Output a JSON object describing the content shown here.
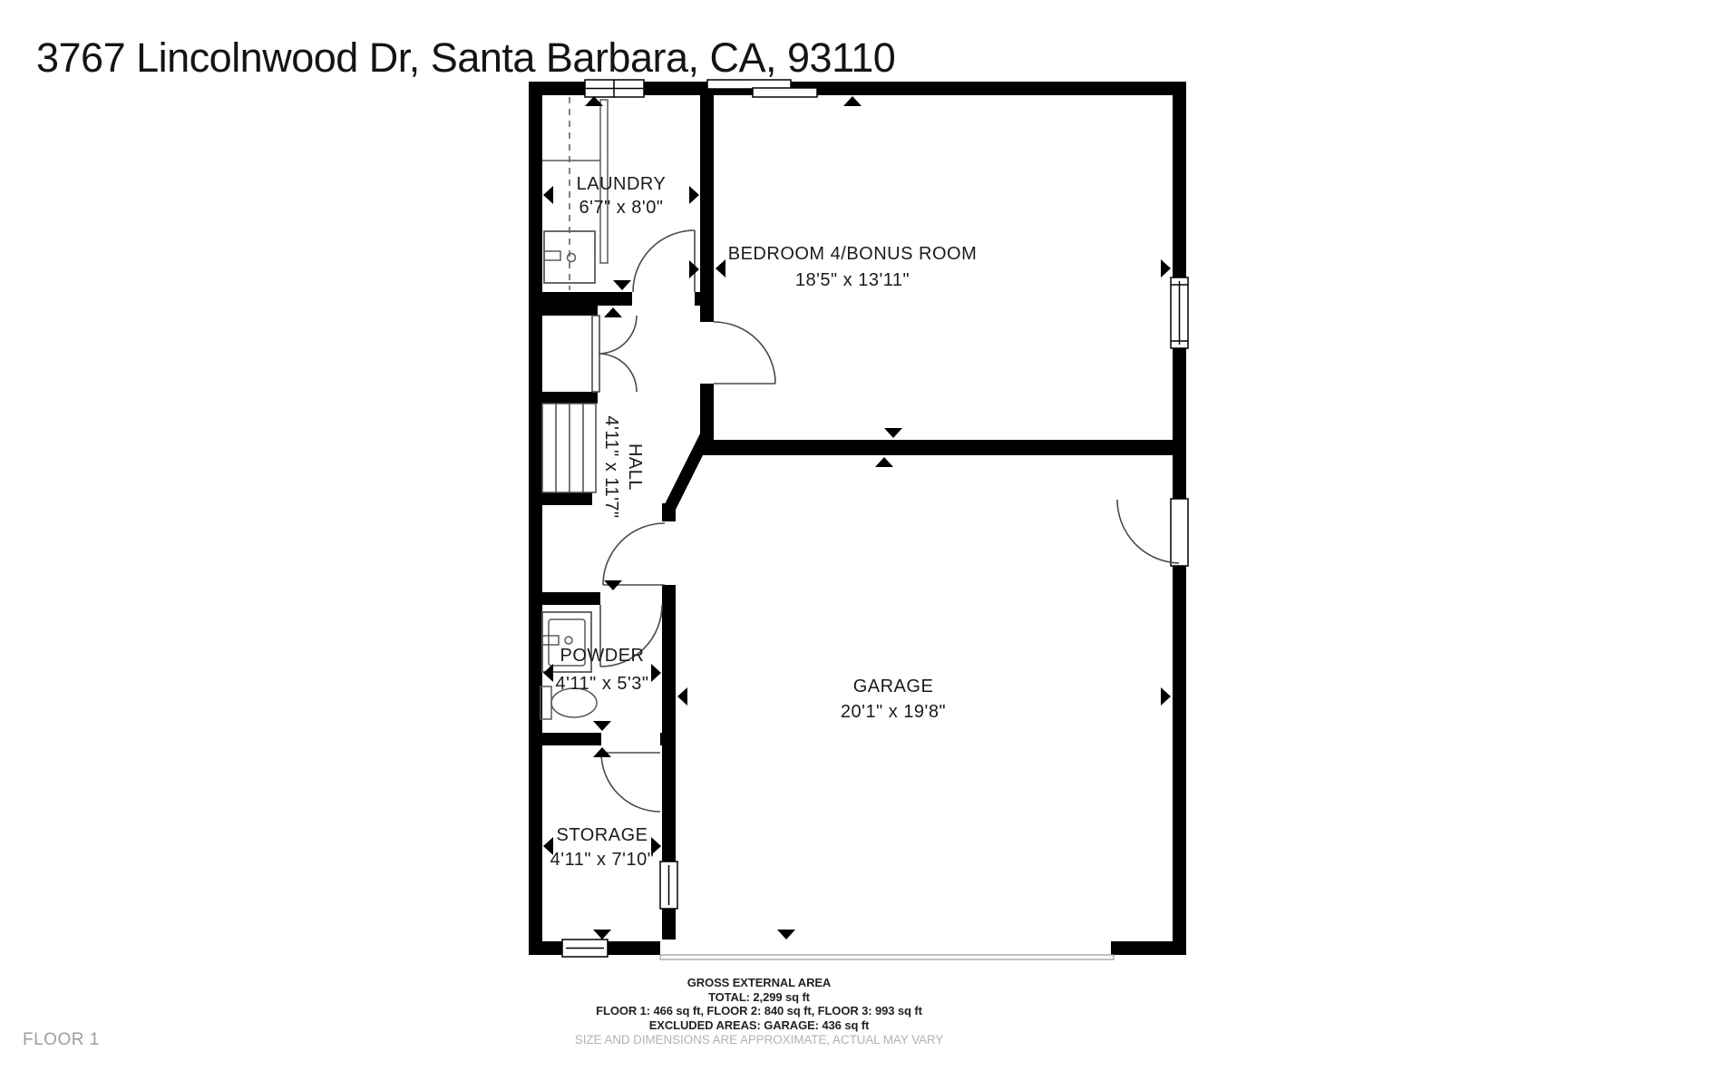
{
  "page": {
    "title": "3767 Lincolnwood Dr, Santa Barbara, CA, 93110",
    "floor_label": "FLOOR 1"
  },
  "rooms": {
    "laundry": {
      "name": "LAUNDRY",
      "dims": "6'7\" x 8'0\""
    },
    "bedroom": {
      "name": "BEDROOM 4/BONUS ROOM",
      "dims": "18'5\" x 13'11\""
    },
    "hall": {
      "name": "HALL",
      "dims": "4'11\" x 11'7\""
    },
    "powder": {
      "name": "POWDER",
      "dims": "4'11\" x 5'3\""
    },
    "storage": {
      "name": "STORAGE",
      "dims": "4'11\" x 7'10\""
    },
    "garage": {
      "name": "GARAGE",
      "dims": "20'1\" x 19'8\""
    }
  },
  "footer": {
    "area_title": "GROSS EXTERNAL AREA",
    "total": "TOTAL: 2,299 sq ft",
    "floors": "FLOOR 1: 466 sq ft, FLOOR 2: 840 sq ft, FLOOR 3: 993 sq ft",
    "excluded": "EXCLUDED AREAS: GARAGE: 436 sq ft",
    "disclaimer": "SIZE AND DIMENSIONS ARE APPROXIMATE, ACTUAL MAY VARY"
  },
  "colors": {
    "wall": "#000000",
    "line": "#4a4a4a",
    "muted": "#9e9e9e"
  }
}
